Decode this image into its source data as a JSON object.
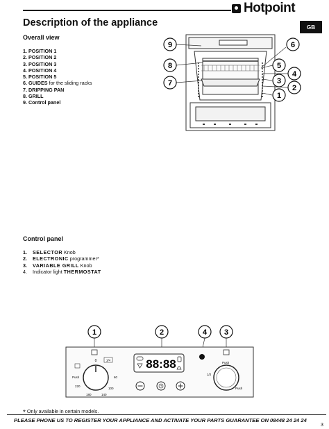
{
  "brand": {
    "name": "Hotpoint"
  },
  "tab": {
    "label": "GB"
  },
  "page_title": "Description of the appliance",
  "overall_view": {
    "heading": "Overall view",
    "items": [
      {
        "bold": "1. POSITION 1",
        "rest": ""
      },
      {
        "bold": "2. POSITION 2",
        "rest": ""
      },
      {
        "bold": "3. POSITION 3",
        "rest": ""
      },
      {
        "bold": "4. POSITION 4",
        "rest": ""
      },
      {
        "bold": "5. POSITION 5",
        "rest": ""
      },
      {
        "bold": "6. GUIDES",
        "rest": " for the sliding racks"
      },
      {
        "bold": "7. DRIPPING PAN",
        "rest": ""
      },
      {
        "bold": "8. GRILL",
        "rest": ""
      },
      {
        "bold": "9. Control panel",
        "rest": ""
      }
    ]
  },
  "oven_callouts": [
    "9",
    "8",
    "7",
    "6",
    "5",
    "4",
    "3",
    "2",
    "1"
  ],
  "control_panel": {
    "heading": "Control panel",
    "items": [
      {
        "num": "1.",
        "bold": "SELECTOR",
        "rest": " Knob",
        "prefix": ""
      },
      {
        "num": "2.",
        "bold": "ELECTRONIC",
        "rest": " programmer*",
        "prefix": ""
      },
      {
        "num": "3.",
        "bold": "VARIABLE GRILL",
        "rest": " Knob",
        "prefix": ""
      },
      {
        "num": "4.",
        "bold": "THERMOSTAT",
        "rest": "",
        "prefix": "Indicator light "
      }
    ]
  },
  "panel_callouts": [
    "1",
    "2",
    "4",
    "3"
  ],
  "panel": {
    "display_time": "88:88",
    "selector_ticks": [
      "0",
      "60",
      "100",
      "140",
      "180",
      "220",
      "Push"
    ],
    "grill_ticks": [
      "Push",
      "1/2",
      "Push"
    ],
    "selector_top_label": "0",
    "selector_badge": "1/4"
  },
  "footnote": {
    "star": "*",
    "text": " Only available in certain models."
  },
  "footer": "PLEASE PHONE US TO REGISTER YOUR APPLIANCE AND ACTIVATE YOUR PARTS GUARANTEE ON 08448 24 24 24",
  "page_number": "3"
}
